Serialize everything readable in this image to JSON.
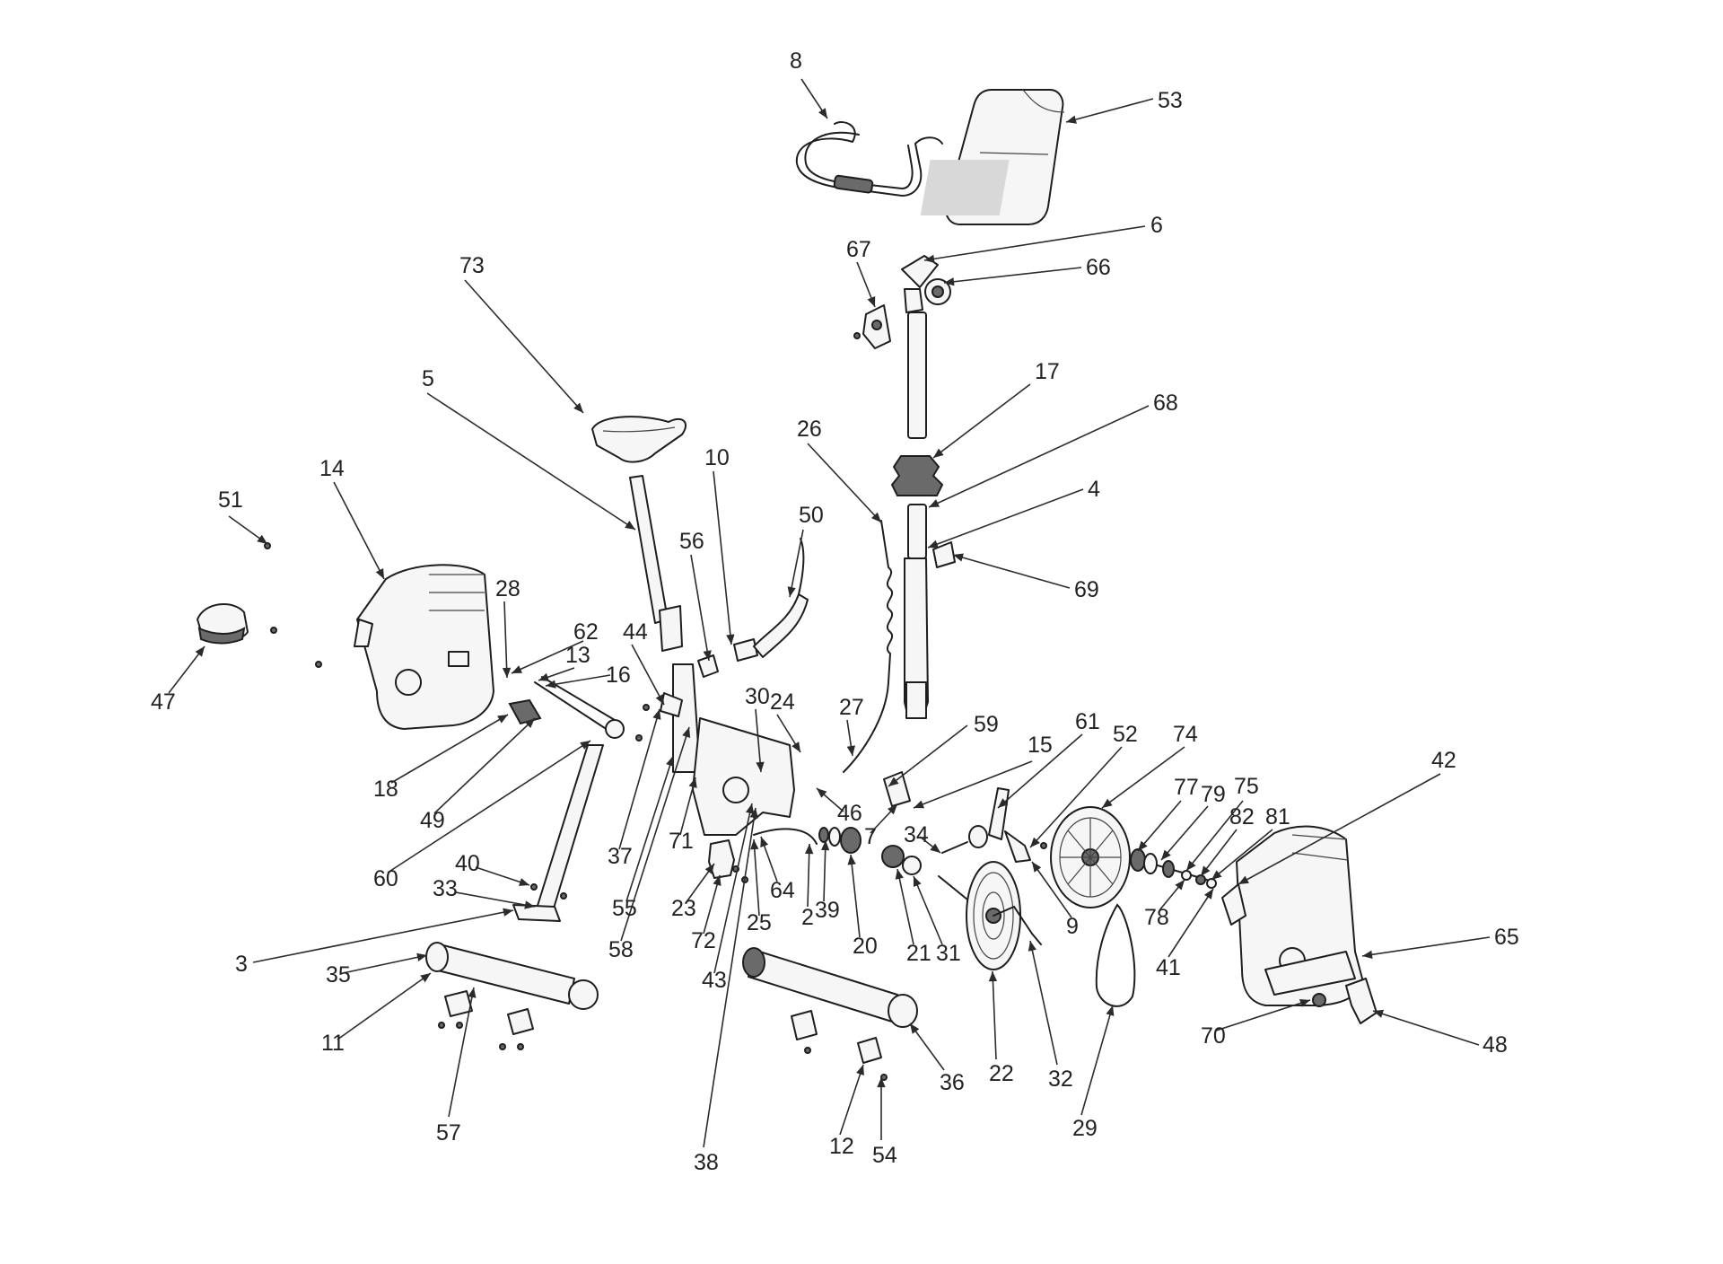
{
  "diagram": {
    "type": "exploded-parts-view",
    "callouts": [
      {
        "id": "8",
        "label": "8"
      },
      {
        "id": "53",
        "label": "53"
      },
      {
        "id": "6",
        "label": "6"
      },
      {
        "id": "67",
        "label": "67"
      },
      {
        "id": "66",
        "label": "66"
      },
      {
        "id": "73",
        "label": "73"
      },
      {
        "id": "17",
        "label": "17"
      },
      {
        "id": "68",
        "label": "68"
      },
      {
        "id": "5",
        "label": "5"
      },
      {
        "id": "26",
        "label": "26"
      },
      {
        "id": "4",
        "label": "4"
      },
      {
        "id": "10",
        "label": "10"
      },
      {
        "id": "50",
        "label": "50"
      },
      {
        "id": "51",
        "label": "51"
      },
      {
        "id": "14",
        "label": "14"
      },
      {
        "id": "56",
        "label": "56"
      },
      {
        "id": "69",
        "label": "69"
      },
      {
        "id": "28",
        "label": "28"
      },
      {
        "id": "62",
        "label": "62"
      },
      {
        "id": "44",
        "label": "44"
      },
      {
        "id": "13",
        "label": "13"
      },
      {
        "id": "16",
        "label": "16"
      },
      {
        "id": "47",
        "label": "47"
      },
      {
        "id": "30",
        "label": "30"
      },
      {
        "id": "24",
        "label": "24"
      },
      {
        "id": "27",
        "label": "27"
      },
      {
        "id": "59",
        "label": "59"
      },
      {
        "id": "61",
        "label": "61"
      },
      {
        "id": "52",
        "label": "52"
      },
      {
        "id": "74",
        "label": "74"
      },
      {
        "id": "15",
        "label": "15"
      },
      {
        "id": "42",
        "label": "42"
      },
      {
        "id": "18",
        "label": "18"
      },
      {
        "id": "77",
        "label": "77"
      },
      {
        "id": "79",
        "label": "79"
      },
      {
        "id": "75",
        "label": "75"
      },
      {
        "id": "46",
        "label": "46"
      },
      {
        "id": "7",
        "label": "7"
      },
      {
        "id": "49",
        "label": "49"
      },
      {
        "id": "71",
        "label": "71"
      },
      {
        "id": "34",
        "label": "34"
      },
      {
        "id": "82",
        "label": "82"
      },
      {
        "id": "81",
        "label": "81"
      },
      {
        "id": "37",
        "label": "37"
      },
      {
        "id": "40",
        "label": "40"
      },
      {
        "id": "60",
        "label": "60"
      },
      {
        "id": "33",
        "label": "33"
      },
      {
        "id": "55",
        "label": "55"
      },
      {
        "id": "23",
        "label": "23"
      },
      {
        "id": "64",
        "label": "64"
      },
      {
        "id": "2",
        "label": "2"
      },
      {
        "id": "39",
        "label": "39"
      },
      {
        "id": "25",
        "label": "25"
      },
      {
        "id": "78",
        "label": "78"
      },
      {
        "id": "9",
        "label": "9"
      },
      {
        "id": "20",
        "label": "20"
      },
      {
        "id": "21",
        "label": "21"
      },
      {
        "id": "31",
        "label": "31"
      },
      {
        "id": "65",
        "label": "65"
      },
      {
        "id": "72",
        "label": "72"
      },
      {
        "id": "58",
        "label": "58"
      },
      {
        "id": "3",
        "label": "3"
      },
      {
        "id": "35",
        "label": "35"
      },
      {
        "id": "41",
        "label": "41"
      },
      {
        "id": "43",
        "label": "43"
      },
      {
        "id": "70",
        "label": "70"
      },
      {
        "id": "11",
        "label": "11"
      },
      {
        "id": "48",
        "label": "48"
      },
      {
        "id": "22",
        "label": "22"
      },
      {
        "id": "32",
        "label": "32"
      },
      {
        "id": "36",
        "label": "36"
      },
      {
        "id": "57",
        "label": "57"
      },
      {
        "id": "29",
        "label": "29"
      },
      {
        "id": "12",
        "label": "12"
      },
      {
        "id": "54",
        "label": "54"
      },
      {
        "id": "38",
        "label": "38"
      }
    ]
  }
}
